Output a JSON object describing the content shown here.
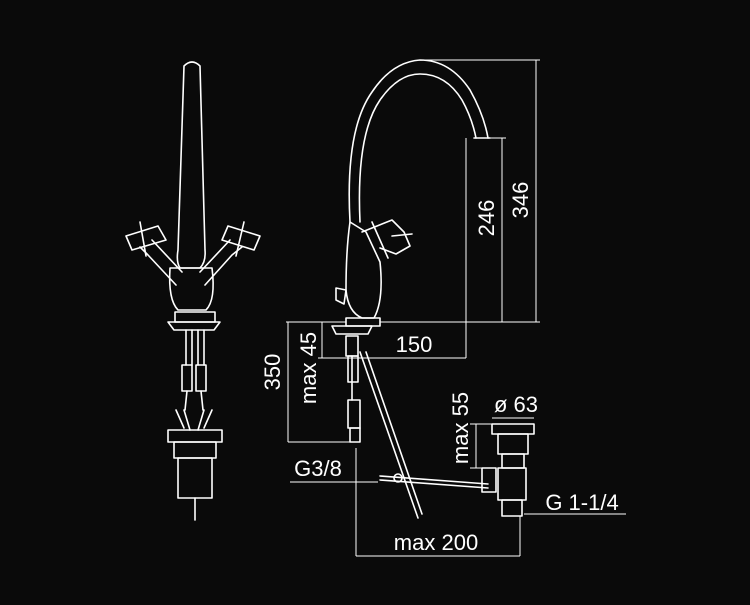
{
  "dimensions": {
    "spout_height": "246",
    "total_height": "346",
    "spout_reach": "150",
    "overall_below": "350",
    "max_thickness": "max 45",
    "max_thickness_waste": "max 55",
    "waste_diameter": "ø 63",
    "inlet_thread": "G3/8",
    "waste_thread": "G 1-1/4",
    "max_rod": "max 200"
  },
  "colors": {
    "background": "#0a0a0a",
    "line": "#ffffff"
  }
}
